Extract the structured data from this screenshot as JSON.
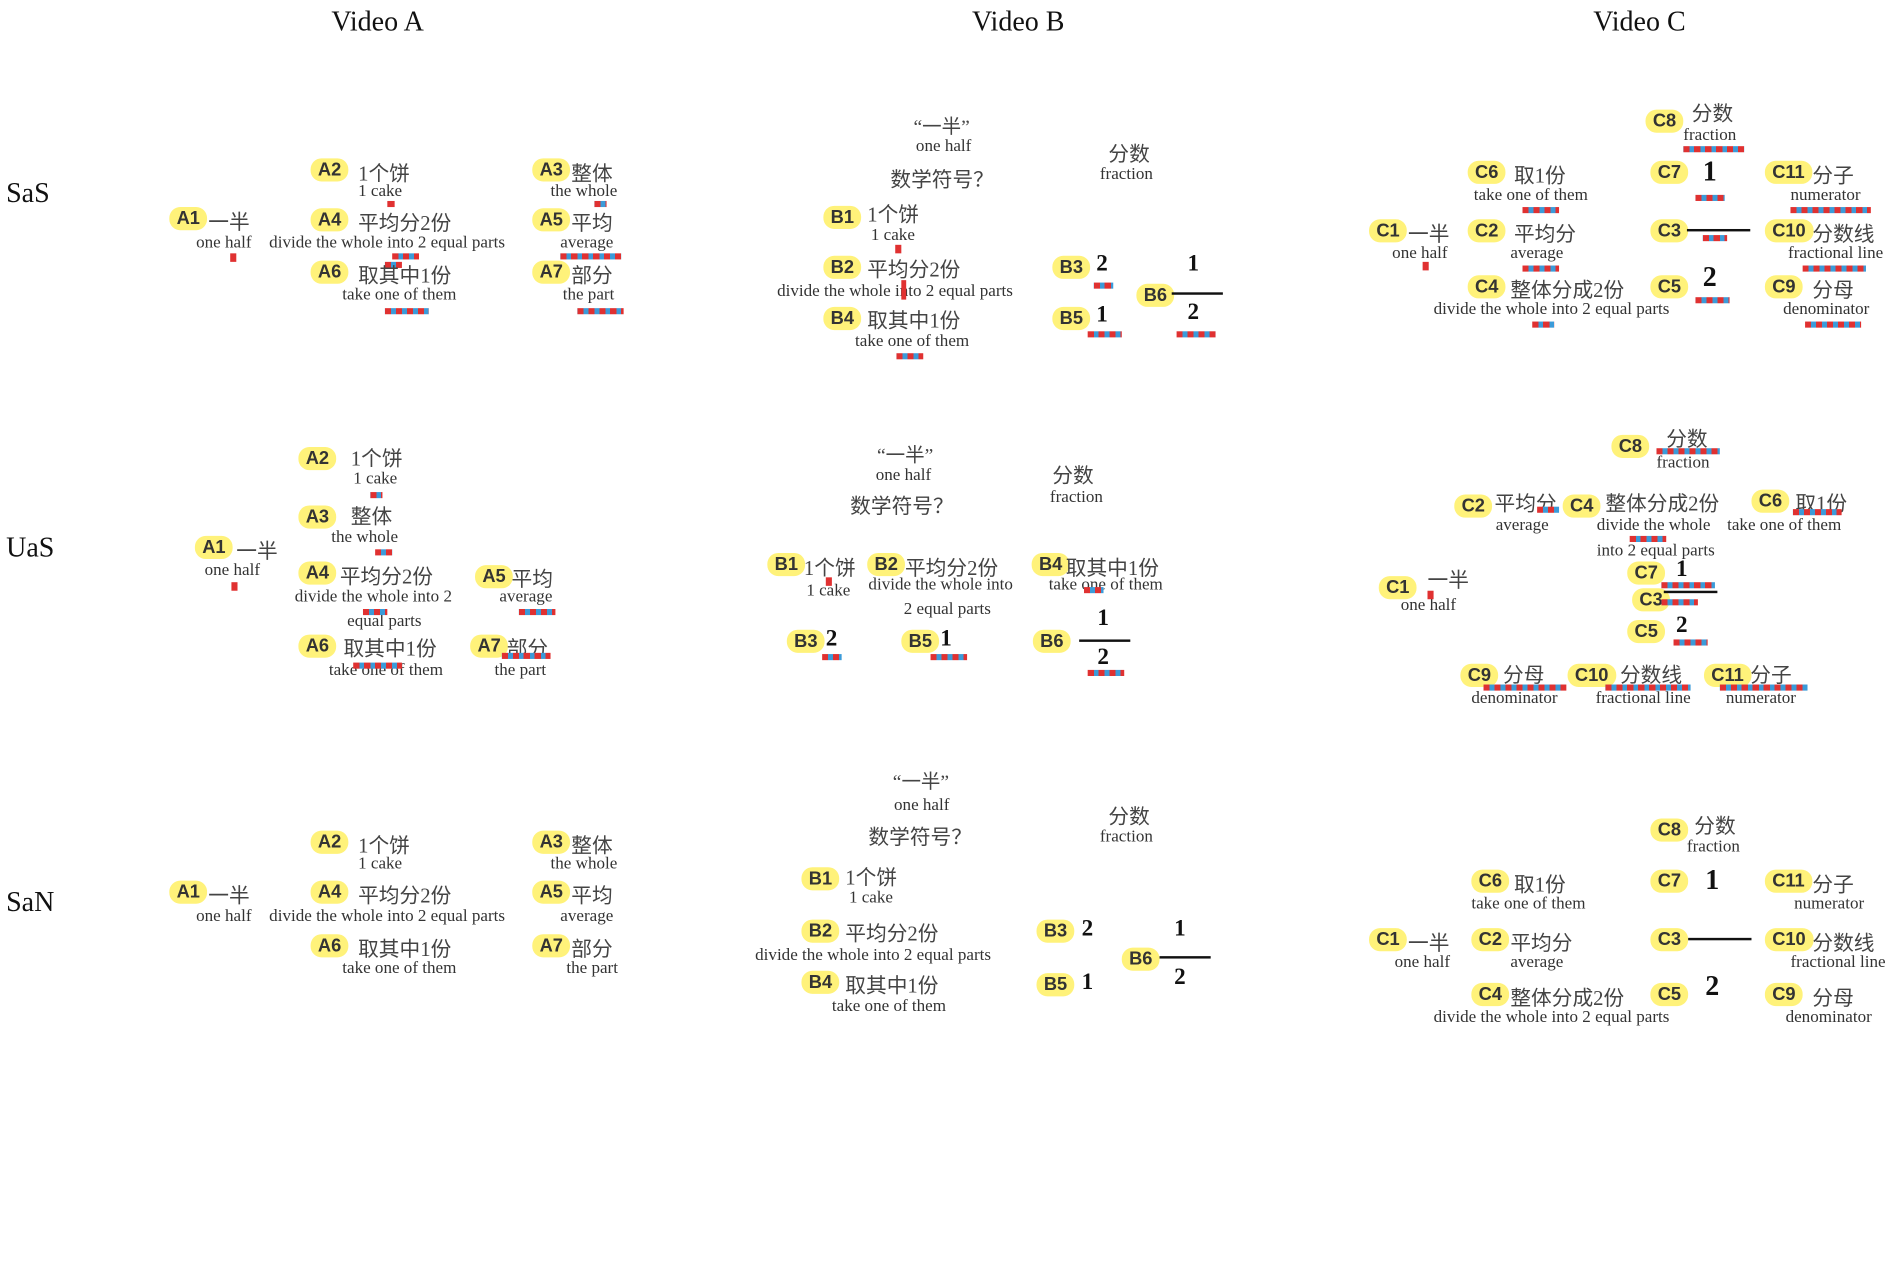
{
  "headers": {
    "video_a": "Video A",
    "video_b": "Video B",
    "video_c": "Video C"
  },
  "conditions": {
    "sas": "SaS",
    "uas": "UaS",
    "san": "SaN"
  },
  "colors": {
    "label_fill": "#fff27a",
    "mark_red": "#e03131",
    "mark_blue": "#3b9bd9"
  },
  "labels": {
    "A1": "A1",
    "A2": "A2",
    "A3": "A3",
    "A4": "A4",
    "A5": "A5",
    "A6": "A6",
    "A7": "A7",
    "B1": "B1",
    "B2": "B2",
    "B3": "B3",
    "B4": "B4",
    "B5": "B5",
    "B6": "B6",
    "C1": "C1",
    "C2": "C2",
    "C3": "C3",
    "C4": "C4",
    "C5": "C5",
    "C6": "C6",
    "C7": "C7",
    "C8": "C8",
    "C9": "C9",
    "C10": "C10",
    "C11": "C11"
  },
  "text": {
    "a1_cn": "一半",
    "a1_en": "one half",
    "a2_cn": "1个饼",
    "a2_en": "1 cake",
    "a3_cn": "整体",
    "a3_en": "the whole",
    "a4_cn": "平均分2份",
    "a4_en": "divide the whole into 2 equal parts",
    "a4_en_1": "divide the whole into 2",
    "a4_en_2": "equal parts",
    "a5_cn": "平均",
    "a5_en": "average",
    "a6_cn": "取其中1份",
    "a6_en": "take one of them",
    "a7_cn": "部分",
    "a7_en": "the part",
    "b_quote": "“一半”",
    "b_one_half": "one half",
    "b_symbol": "数学符号？",
    "b_fenshu": "分数",
    "b_fraction": "fraction",
    "b1_cn": "1个饼",
    "b1_en": "1 cake",
    "b2_cn": "平均分2份",
    "b2_en": "divide the whole into 2 equal parts",
    "b2_en_1": "divide the whole into",
    "b2_en_2": "2 equal parts",
    "b4_cn": "取其中1份",
    "b4_en": "take one of them",
    "b3_val": "2",
    "b5_val": "1",
    "b6_num": "1",
    "b6_den": "2",
    "c1_cn": "一半",
    "c1_en": "one half",
    "c2_cn": "平均分",
    "c2_en": "average",
    "c4_cn": "整体分成2份",
    "c4_en": "divide the whole into 2 equal parts",
    "c4_en_1": "divide the whole",
    "c4_en_2": "into 2 equal parts",
    "c6_cn": "取1份",
    "c6_en": "take one of them",
    "c8_cn": "分数",
    "c8_en": "fraction",
    "c9_cn": "分母",
    "c9_en": "denominator",
    "c10_cn": "分数线",
    "c10_en": "fractional line",
    "c11_cn": "分子",
    "c11_en": "numerator",
    "c7_val": "1",
    "c5_val": "2"
  }
}
